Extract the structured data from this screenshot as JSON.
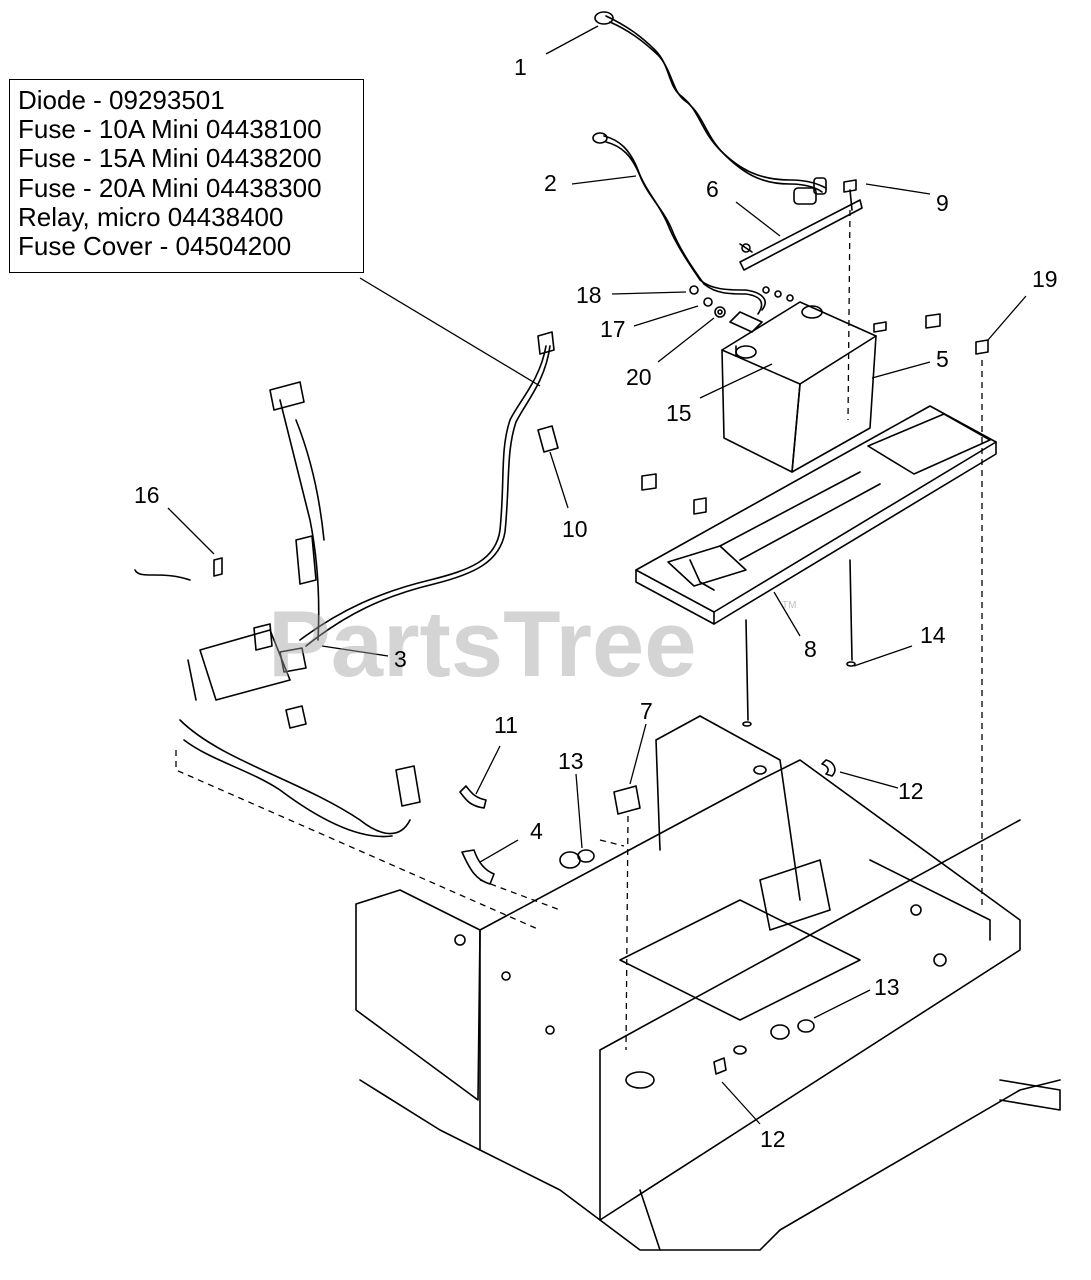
{
  "legend": {
    "lines": [
      "Diode - 09293501",
      "Fuse - 10A Mini 04438100",
      "Fuse - 15A Mini 04438200",
      "Fuse - 20A Mini 04438300",
      "Relay, micro 04438400",
      "Fuse Cover - 04504200"
    ]
  },
  "callouts": {
    "c1": "1",
    "c2": "2",
    "c3": "3",
    "c4": "4",
    "c5": "5",
    "c6": "6",
    "c7": "7",
    "c8": "8",
    "c9": "9",
    "c10": "10",
    "c11": "11",
    "c12a": "12",
    "c12b": "12",
    "c13a": "13",
    "c13b": "13",
    "c14": "14",
    "c15": "15",
    "c16": "16",
    "c17": "17",
    "c18": "18",
    "c19": "19",
    "c20": "20"
  },
  "watermark": {
    "text": "PartsTree",
    "tm": "TM"
  }
}
